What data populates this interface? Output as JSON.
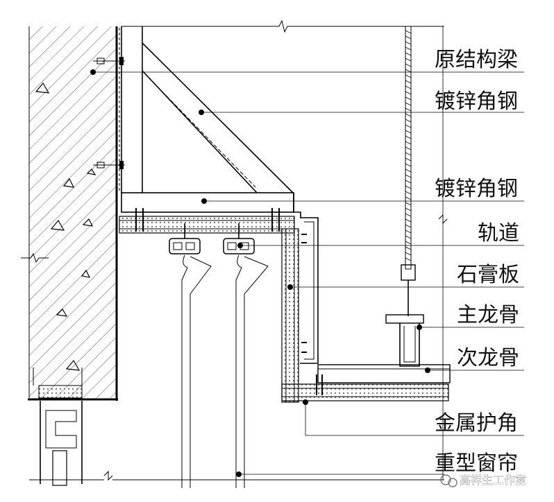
{
  "labels": [
    "原结构梁",
    "镀锌角钢",
    "镀锌角钢",
    "轨道",
    "石膏板",
    "主龙骨",
    "次龙骨",
    "金属护角",
    "重型窗帘"
  ],
  "watermark": "高祥生工作室",
  "colors": {
    "line": "#000000",
    "board": "#d9d9d9",
    "insulation": "#bfbfbf"
  }
}
